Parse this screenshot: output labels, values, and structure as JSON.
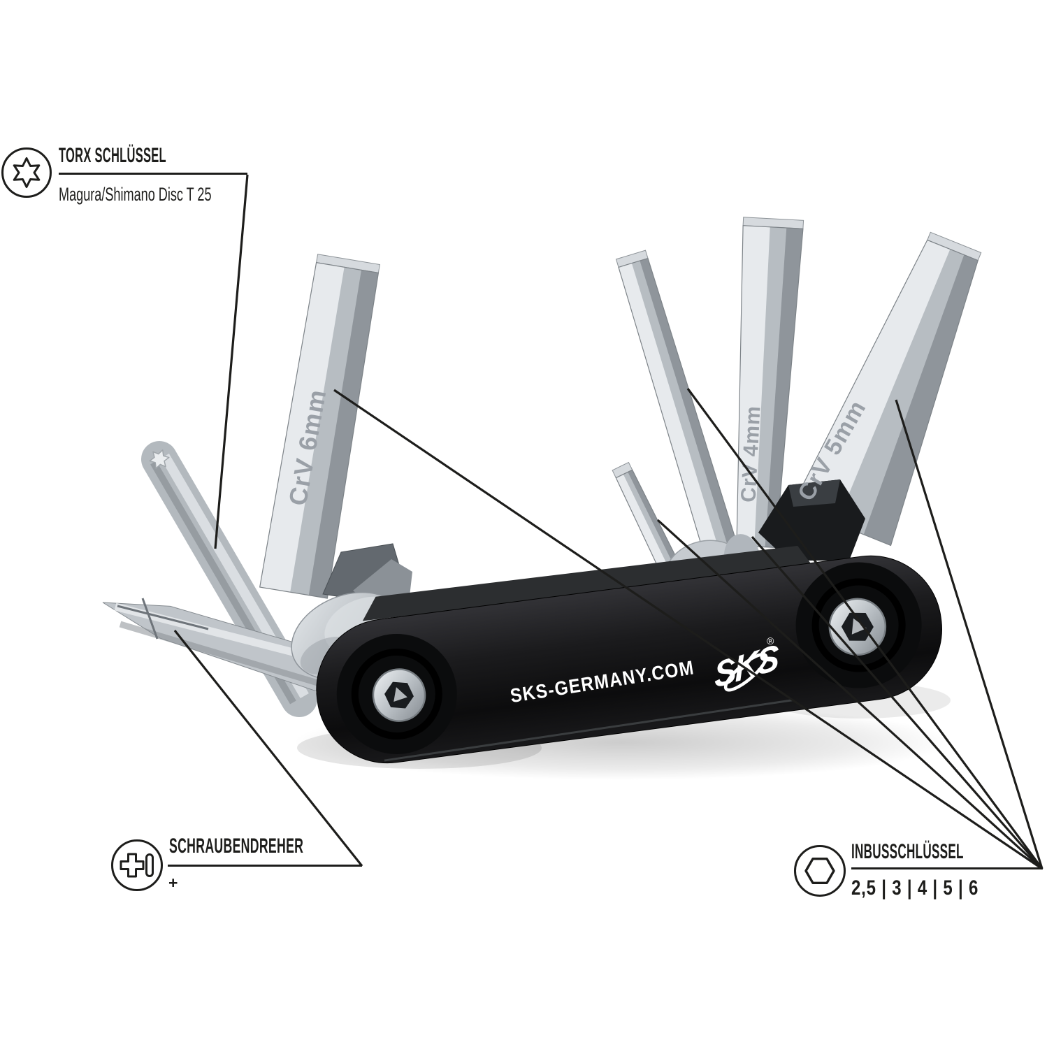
{
  "page": {
    "background": "#ffffff"
  },
  "annotations": {
    "torx": {
      "icon": "torx-star-icon",
      "title": "TORX SCHLÜSSEL",
      "subtitle": "Magura/Shimano Disc T 25"
    },
    "screwdriver": {
      "icon": "phillips-flathead-icon",
      "title": "SCHRAUBENDREHER",
      "subtitle": "+"
    },
    "hex": {
      "icon": "hex-socket-icon",
      "title": "INBUSSCHLÜSSEL",
      "sizes": "2,5 | 3 | 4 | 5 | 6"
    }
  },
  "tool": {
    "brand_url": "SKS-GERMANY.COM",
    "logo": "SKS",
    "registered_mark": "®",
    "key_labels": {
      "hex6": "CrV 6mm",
      "hex4": "CrV 4mm",
      "hex5": "CrV 5mm"
    }
  },
  "colors": {
    "ink": "#1d1d1b",
    "body_black": "#141416",
    "steel_light": "#e7eaed",
    "steel_mid": "#b7bdc2",
    "steel_dark": "#8f959b",
    "key_label_gray": "#9aa0a7",
    "white": "#ffffff"
  }
}
